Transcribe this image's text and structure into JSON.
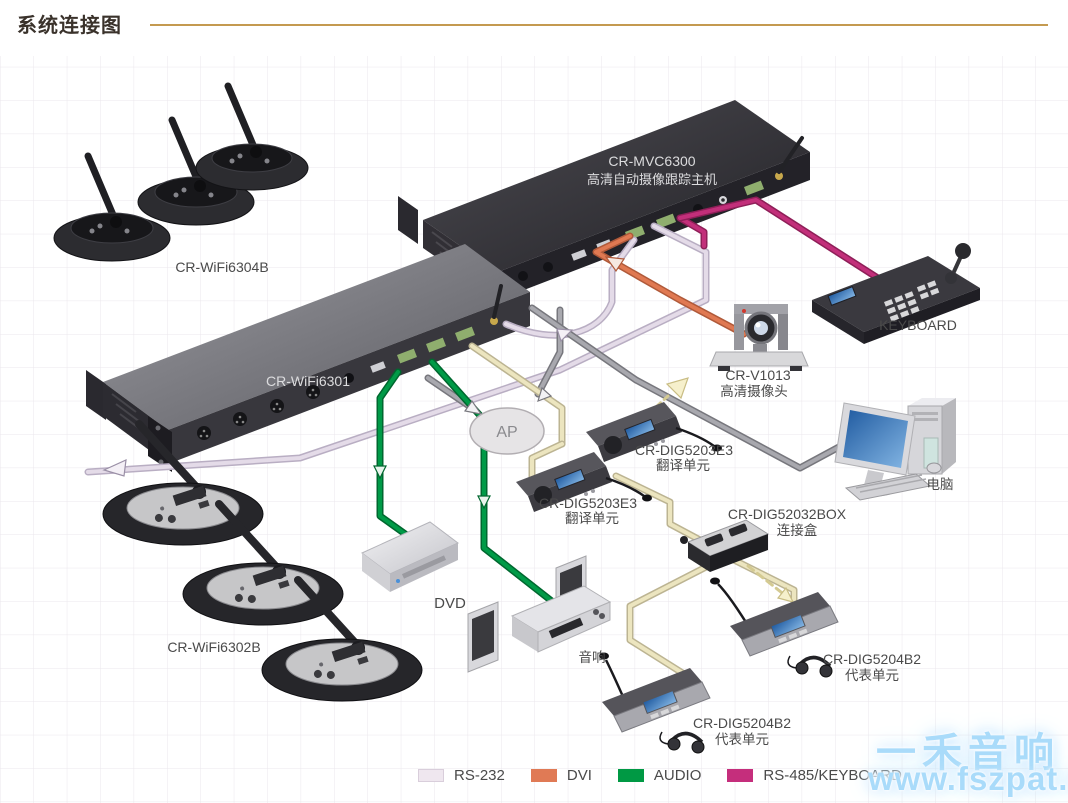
{
  "header": {
    "title": "系统连接图"
  },
  "devices": {
    "wifi6304b": {
      "label": "CR-WiFi6304B"
    },
    "mvc6300": {
      "label": "CR-MVC6300",
      "sublabel": "高清自动摄像跟踪主机"
    },
    "wifi6301": {
      "label": "CR-WiFi6301"
    },
    "keyboard": {
      "label": "KEYBOARD"
    },
    "v1013": {
      "label": "CR-V1013",
      "sublabel": "高清摄像头"
    },
    "dig5203e3_upper": {
      "label": "CR-DIG5203E3",
      "sublabel": "翻译单元"
    },
    "dig5203e3_lower": {
      "label": "CR-DIG5203E3",
      "sublabel": "翻译单元"
    },
    "ap": {
      "label": "AP"
    },
    "computer": {
      "label": "电脑"
    },
    "dig52032box": {
      "label": "CR-DIG52032BOX",
      "sublabel": "连接盒"
    },
    "dvd": {
      "label": "DVD"
    },
    "speakers": {
      "label": "音响"
    },
    "wifi6302b": {
      "label": "CR-WiFi6302B"
    },
    "dig5204b2_upper": {
      "label": "CR-DIG5204B2",
      "sublabel": "代表单元"
    },
    "dig5204b2_lower": {
      "label": "CR-DIG5204B2",
      "sublabel": "代表单元"
    }
  },
  "legend": {
    "items": [
      {
        "label": "RS-232",
        "color": "#efe7ef"
      },
      {
        "label": "DVI",
        "color": "#e07a55"
      },
      {
        "label": "AUDIO",
        "color": "#009944"
      },
      {
        "label": "RS-485/KEYBOARD",
        "color": "#c52e7c"
      }
    ]
  },
  "watermark": {
    "brand": "一禾音响",
    "url": "www.fszpat.com"
  },
  "colors": {
    "accent_rule": "#c49a50",
    "cable_rs232": "#e4dbe8",
    "cable_dvi": "#e07952",
    "cable_audio": "#009a47",
    "cable_rs485": "#c22f7a",
    "cable_link": "#ece5bf",
    "cable_network": "#a8a8ae"
  }
}
